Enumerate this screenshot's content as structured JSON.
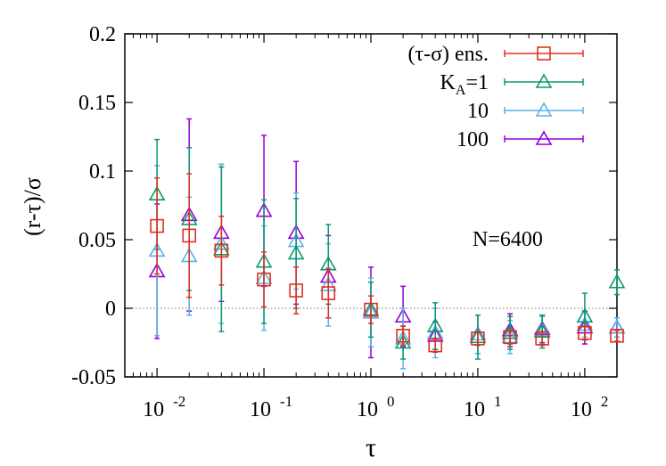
{
  "chart_data": {
    "type": "scatter",
    "xlabel": "τ",
    "ylabel": "(r-τ)/σ",
    "xscale": "log",
    "xlim": [
      0.005,
      200
    ],
    "ylim": [
      -0.05,
      0.2
    ],
    "x_ticks": [
      {
        "base": "10",
        "exp": "-2",
        "value": 0.01
      },
      {
        "base": "10",
        "exp": "-1",
        "value": 0.1
      },
      {
        "base": "10",
        "exp": "0",
        "value": 1
      },
      {
        "base": "10",
        "exp": "1",
        "value": 10
      },
      {
        "base": "10",
        "exp": "2",
        "value": 100
      }
    ],
    "y_ticks": [
      "-0.05",
      "0",
      "0.05",
      "0.1",
      "0.15",
      "0.2"
    ],
    "y_tick_values": [
      -0.05,
      0,
      0.05,
      0.1,
      0.15,
      0.2
    ],
    "annotation": "N=6400",
    "zero_line": true,
    "legend_position": "top-right",
    "series": [
      {
        "name": "(τ-σ) ens.",
        "legend_main": "(τ-σ) ens.",
        "legend_sub": "",
        "legend_tail": "",
        "marker": "square",
        "color": "#e0301e",
        "points": [
          {
            "x": 0.01,
            "y": 0.06,
            "err": 0.035
          },
          {
            "x": 0.02,
            "y": 0.053,
            "err": 0.045
          },
          {
            "x": 0.04,
            "y": 0.042,
            "err": 0.025
          },
          {
            "x": 0.1,
            "y": 0.021,
            "err": 0.02
          },
          {
            "x": 0.2,
            "y": 0.013,
            "err": 0.017
          },
          {
            "x": 0.4,
            "y": 0.011,
            "err": 0.018
          },
          {
            "x": 1,
            "y": -0.001,
            "err": 0.01
          },
          {
            "x": 2,
            "y": -0.02,
            "err": 0.007
          },
          {
            "x": 4,
            "y": -0.027,
            "err": 0.005
          },
          {
            "x": 10,
            "y": -0.022,
            "err": 0.005
          },
          {
            "x": 20,
            "y": -0.021,
            "err": 0.005
          },
          {
            "x": 40,
            "y": -0.022,
            "err": 0.005
          },
          {
            "x": 100,
            "y": -0.018,
            "err": 0.005
          },
          {
            "x": 200,
            "y": -0.02,
            "err": 0.004
          }
        ]
      },
      {
        "name": "KA=1",
        "legend_main": "K",
        "legend_sub": "A",
        "legend_tail": "=1",
        "marker": "triangle",
        "color": "#0a9a6e",
        "points": [
          {
            "x": 0.01,
            "y": 0.083,
            "err": 0.04
          },
          {
            "x": 0.02,
            "y": 0.065,
            "err": 0.052
          },
          {
            "x": 0.04,
            "y": 0.043,
            "err": 0.06
          },
          {
            "x": 0.1,
            "y": 0.034,
            "err": 0.045
          },
          {
            "x": 0.2,
            "y": 0.04,
            "err": 0.04
          },
          {
            "x": 0.4,
            "y": 0.032,
            "err": 0.029
          },
          {
            "x": 1,
            "y": -0.001,
            "err": 0.02
          },
          {
            "x": 2,
            "y": -0.025,
            "err": 0.012
          },
          {
            "x": 4,
            "y": -0.013,
            "err": 0.017
          },
          {
            "x": 10,
            "y": -0.021,
            "err": 0.016
          },
          {
            "x": 20,
            "y": -0.018,
            "err": 0.012
          },
          {
            "x": 40,
            "y": -0.017,
            "err": 0.012
          },
          {
            "x": 100,
            "y": -0.006,
            "err": 0.017
          },
          {
            "x": 200,
            "y": 0.019,
            "err": 0.009
          }
        ]
      },
      {
        "name": "10",
        "legend_main": "10",
        "legend_sub": "",
        "legend_tail": "",
        "marker": "triangle",
        "color": "#56b4e9",
        "points": [
          {
            "x": 0.01,
            "y": 0.042,
            "err": 0.062
          },
          {
            "x": 0.02,
            "y": 0.038,
            "err": 0.043
          },
          {
            "x": 0.04,
            "y": 0.047,
            "err": 0.058
          },
          {
            "x": 0.1,
            "y": 0.022,
            "err": 0.038
          },
          {
            "x": 0.2,
            "y": 0.049,
            "err": 0.035
          },
          {
            "x": 0.4,
            "y": 0.017,
            "err": 0.03
          },
          {
            "x": 1,
            "y": -0.003,
            "err": 0.025
          },
          {
            "x": 2,
            "y": -0.022,
            "err": 0.022
          },
          {
            "x": 4,
            "y": -0.018,
            "err": 0.018
          },
          {
            "x": 10,
            "y": -0.019,
            "err": 0.014
          },
          {
            "x": 20,
            "y": -0.021,
            "err": 0.012
          },
          {
            "x": 40,
            "y": -0.016,
            "err": 0.01
          },
          {
            "x": 100,
            "y": -0.012,
            "err": 0.009
          },
          {
            "x": 200,
            "y": -0.014,
            "err": 0.007
          }
        ]
      },
      {
        "name": "100",
        "legend_main": "100",
        "legend_sub": "",
        "legend_tail": "",
        "marker": "triangle",
        "color": "#9400d3",
        "points": [
          {
            "x": 0.01,
            "y": 0.027,
            "err": 0.049
          },
          {
            "x": 0.02,
            "y": 0.068,
            "err": 0.07
          },
          {
            "x": 0.04,
            "y": 0.055,
            "err": 0.05
          },
          {
            "x": 0.1,
            "y": 0.071,
            "err": 0.055
          },
          {
            "x": 0.2,
            "y": 0.055,
            "err": 0.052
          },
          {
            "x": 0.4,
            "y": 0.023,
            "err": 0.03
          },
          {
            "x": 1,
            "y": -0.003,
            "err": 0.033
          },
          {
            "x": 2,
            "y": -0.006,
            "err": 0.022
          },
          {
            "x": 4,
            "y": -0.02,
            "err": 0.01
          },
          {
            "x": 10,
            "y": -0.019,
            "err": 0.014
          },
          {
            "x": 20,
            "y": -0.016,
            "err": 0.012
          },
          {
            "x": 40,
            "y": -0.015,
            "err": 0.01
          },
          {
            "x": 100,
            "y": -0.014,
            "err": 0.012
          },
          {
            "x": 200,
            "y": -0.014,
            "err": 0.007
          }
        ]
      }
    ]
  }
}
